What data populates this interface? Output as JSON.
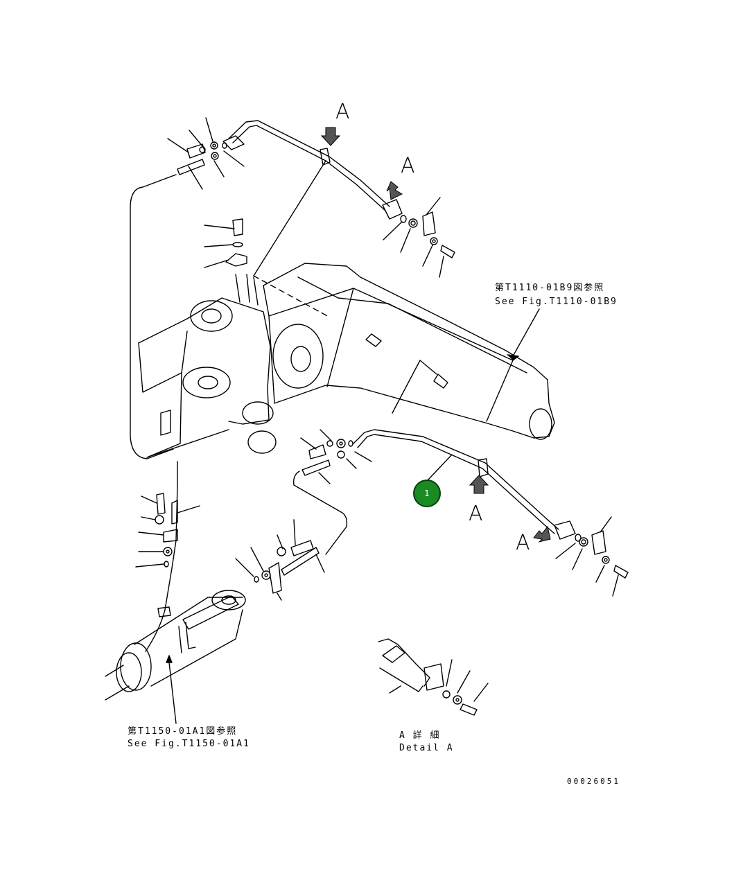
{
  "callout": {
    "number": "1"
  },
  "view_markers": {
    "letter": "A"
  },
  "refs": {
    "arm_ref_jp": "第T1110-01B9図参照",
    "arm_ref_en": "See Fig.T1110-01B9",
    "cyl_ref_jp": "第T1150-01A1図参照",
    "cyl_ref_en": "See Fig.T1150-01A1"
  },
  "detail": {
    "title_jp": "A 詳 細",
    "title_en": "Detail A"
  },
  "drawing_number": "00026051",
  "colors": {
    "line": "#000000",
    "background": "#ffffff",
    "badge_fill": "#1a8a22",
    "badge_border": "#0a3d0e"
  }
}
